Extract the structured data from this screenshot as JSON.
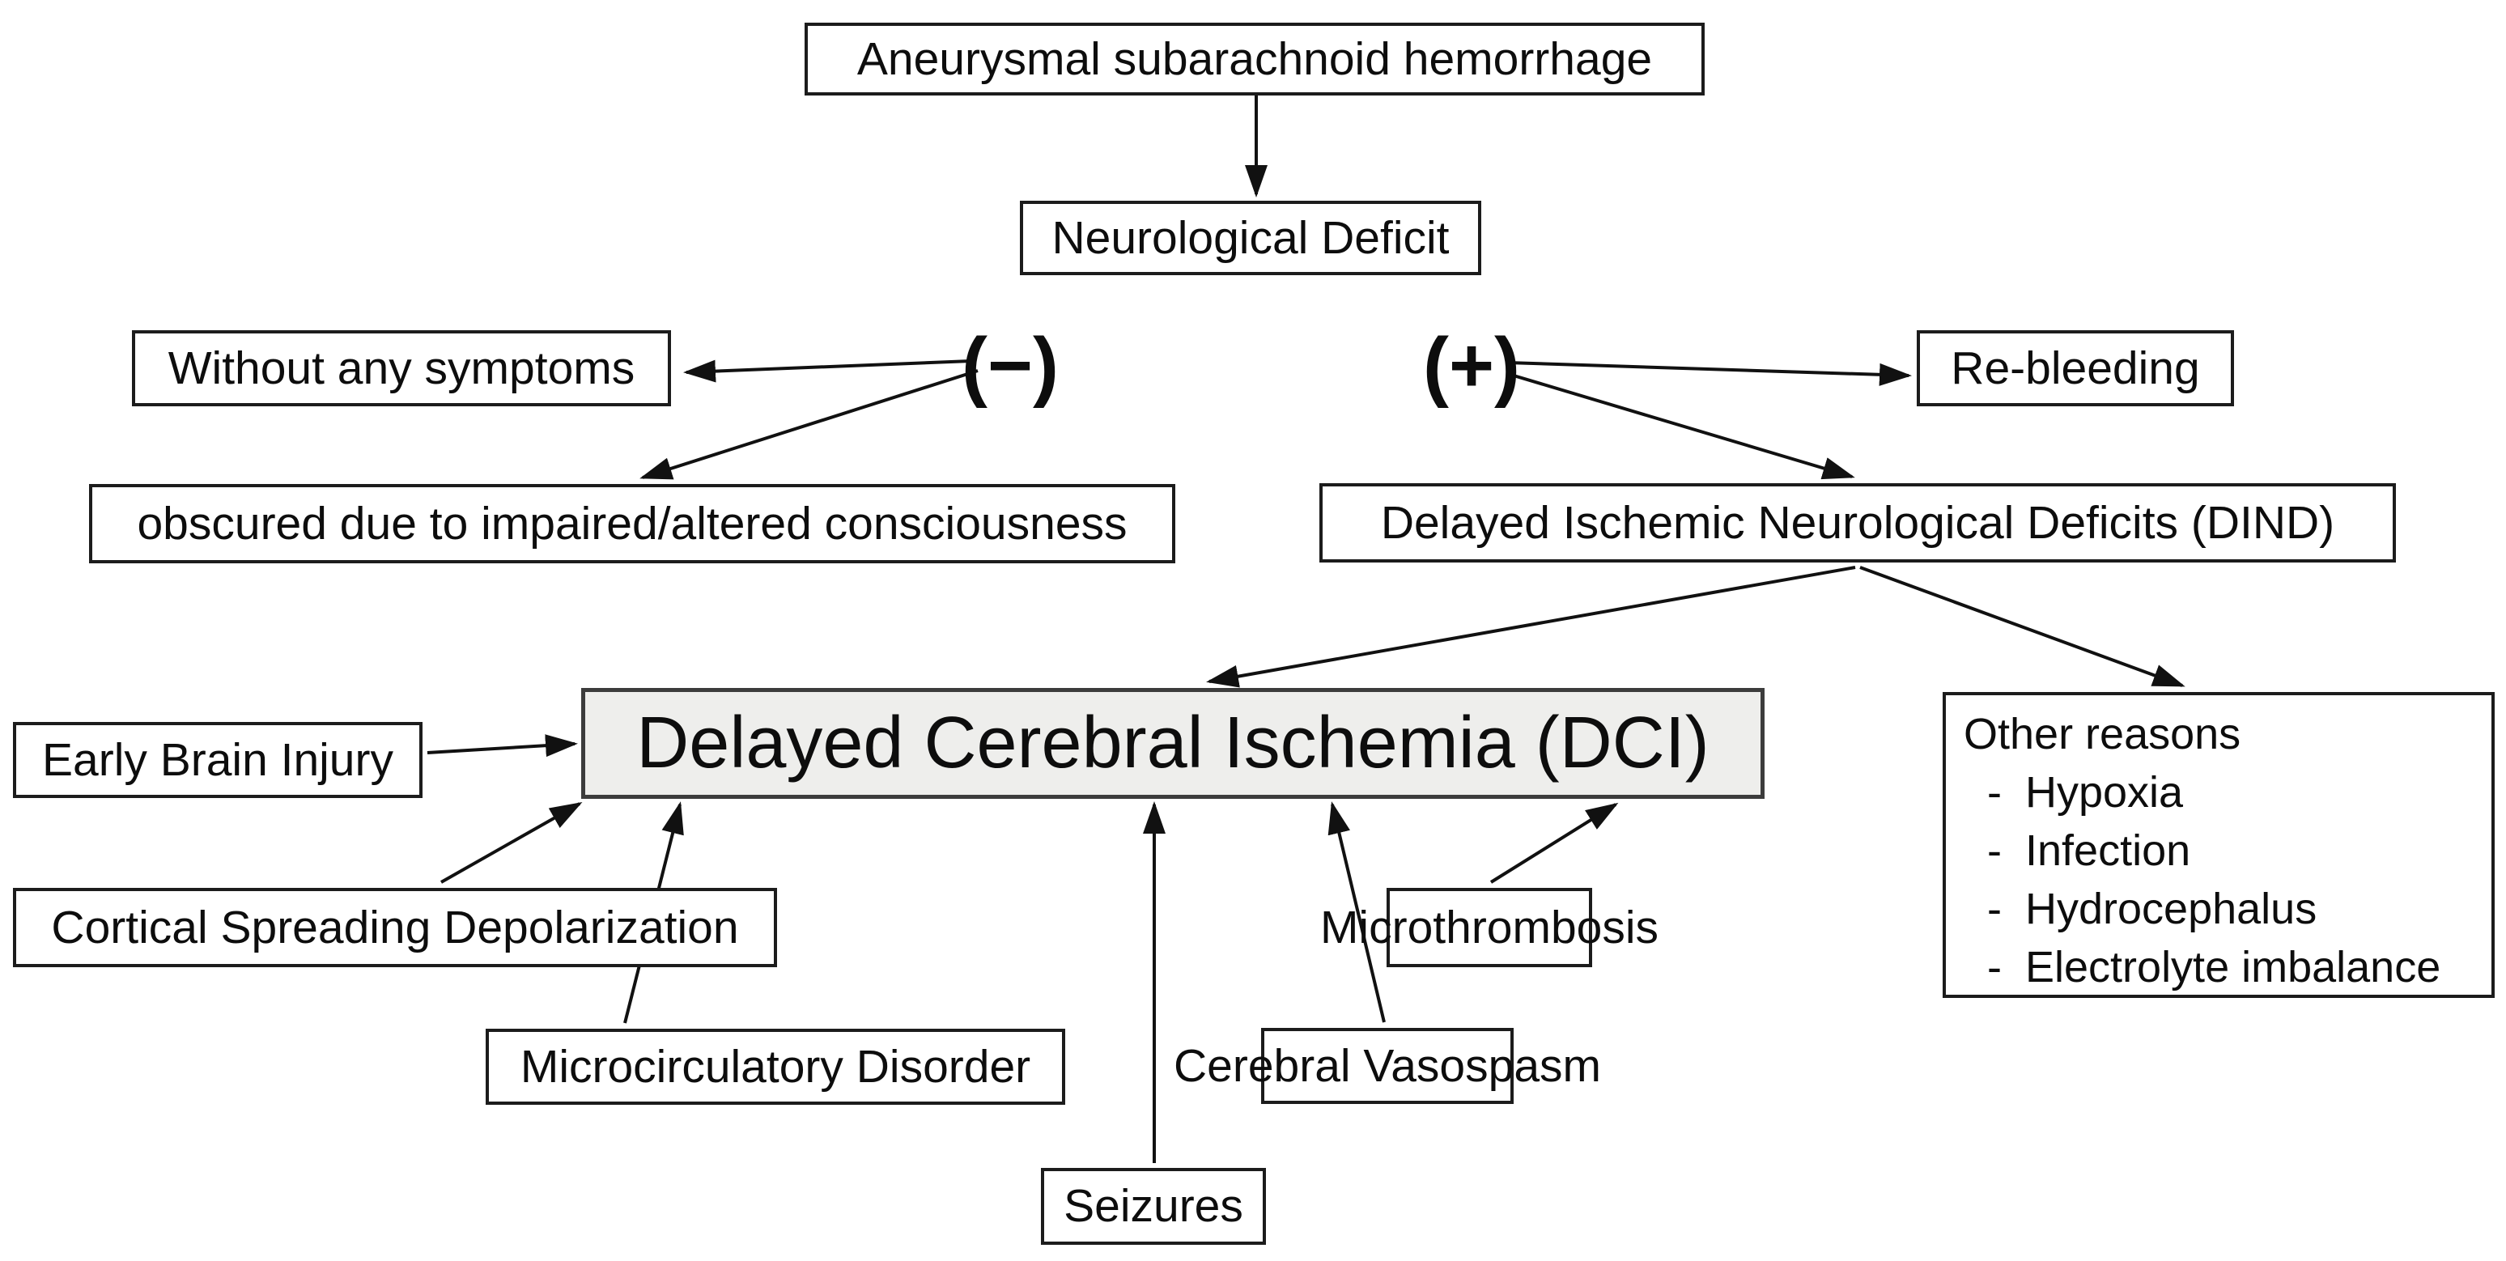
{
  "nodes": {
    "ash": {
      "label": "Aneurysmal subarachnoid hemorrhage"
    },
    "neurological_deficit": {
      "label": "Neurological Deficit"
    },
    "minus": {
      "label": "(−)"
    },
    "plus": {
      "label": "(+)"
    },
    "without_symptoms": {
      "label": "Without any symptoms"
    },
    "obscured": {
      "label": "obscured due to impaired/altered consciousness"
    },
    "rebleeding": {
      "label": "Re-bleeding"
    },
    "dind": {
      "label": "Delayed Ischemic Neurological Deficits (DIND)"
    },
    "dci": {
      "label": "Delayed Cerebral Ischemia (DCI)"
    },
    "other_reasons": {
      "title": "Other reasons",
      "bullet": "-",
      "items": [
        "Hypoxia",
        "Infection",
        "Hydrocephalus",
        "Electrolyte imbalance"
      ]
    },
    "early_brain_injury": {
      "label": "Early Brain Injury"
    },
    "cortical_spreading_depolarization": {
      "label": "Cortical Spreading Depolarization"
    },
    "microcirculatory_disorder": {
      "label": "Microcirculatory Disorder"
    },
    "seizures": {
      "label": "Seizures"
    },
    "cerebral_vasospasm": {
      "label": "Cerebral Vasospasm"
    },
    "microthrombosis": {
      "label": "Microthrombosis"
    }
  },
  "edges": [
    {
      "from": "ash",
      "to": "neurological_deficit"
    },
    {
      "from": "minus",
      "to": "without_symptoms"
    },
    {
      "from": "minus",
      "to": "obscured"
    },
    {
      "from": "plus",
      "to": "rebleeding"
    },
    {
      "from": "plus",
      "to": "dind"
    },
    {
      "from": "dind",
      "to": "dci"
    },
    {
      "from": "dind",
      "to": "other_reasons"
    },
    {
      "from": "early_brain_injury",
      "to": "dci"
    },
    {
      "from": "cortical_spreading_depolarization",
      "to": "dci"
    },
    {
      "from": "microcirculatory_disorder",
      "to": "dci"
    },
    {
      "from": "seizures",
      "to": "dci"
    },
    {
      "from": "cerebral_vasospasm",
      "to": "dci"
    },
    {
      "from": "microthrombosis",
      "to": "dci"
    }
  ],
  "colors": {
    "background": "#ffffff",
    "box_border": "#1c1c1c",
    "dci_fill": "#eeeeec",
    "arrow": "#111111",
    "text": "#0d0d0d"
  }
}
